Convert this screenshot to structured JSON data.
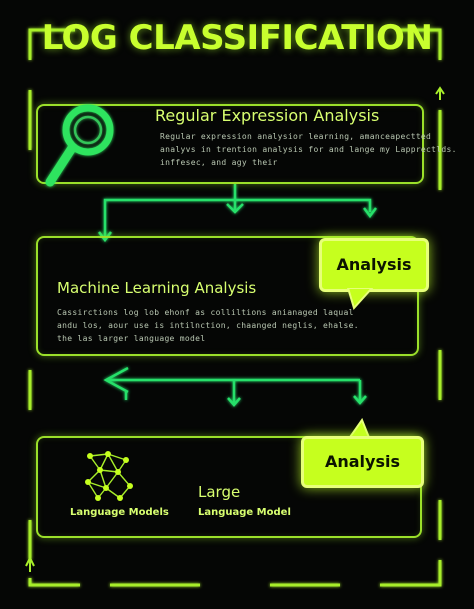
{
  "title": "LOG CLASSIFICATION",
  "accent_color": "#c6ff1e",
  "line_color": "#27e06a",
  "sections": {
    "regex": {
      "heading": "Regular Expression  Analysis",
      "body_lines": [
        "Regular expression analysior learning, amanceapectted",
        "analyvs in trention analysis for and lange my Lapprectlds.",
        "inffesec, and agy their"
      ],
      "icon": "magnifier-icon"
    },
    "ml": {
      "heading": "Machine Learning Analysis",
      "body_lines": [
        "Cassirctions log lob ehonf as colliltions anianaged laqual",
        "andu los, aour use is intilnction, chaanged neglis, ehalse.",
        "the las larger language model"
      ],
      "bubble": "Analysis"
    },
    "llm": {
      "icon": "neural-network-icon",
      "icon_label": "Language Models",
      "heading": "Large",
      "subheading": "Language Model",
      "bubble": "Analysis"
    }
  }
}
